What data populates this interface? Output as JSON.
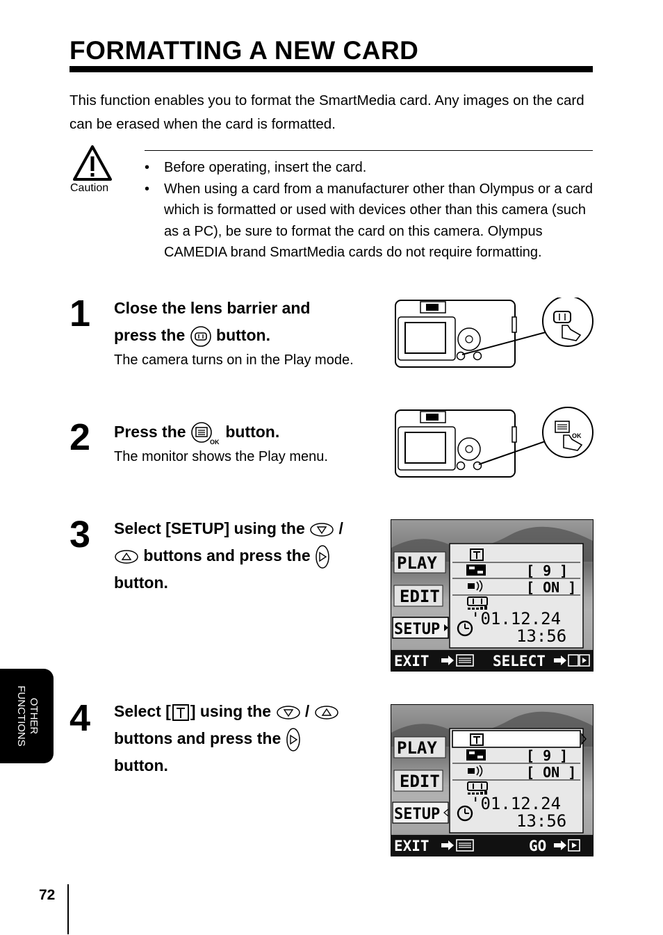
{
  "page": {
    "title": "FORMATTING A NEW CARD",
    "intro": "This function enables you to format the SmartMedia card. Any images on the card can be erased when the card is formatted.",
    "caution": {
      "label": "Caution",
      "bullets": [
        "Before operating, insert the card.",
        "When using a card from a manufacturer other than Olympus or a card which is formatted or used with devices other than this camera (such as a PC), be sure to format the card on this camera. Olympus CAMEDIA brand SmartMedia cards do not require formatting."
      ]
    },
    "steps": [
      {
        "num": "1",
        "line1": "Close the lens barrier and",
        "line2a": "press the",
        "line2b": "button.",
        "body": "The camera turns on in the Play mode."
      },
      {
        "num": "2",
        "line1a": "Press the",
        "line1b": "button.",
        "body": "The monitor shows the Play menu."
      },
      {
        "num": "3",
        "line1a": "Select [SETUP] using the",
        "line1b": "/",
        "line2b": "buttons and press the",
        "line3": "button."
      },
      {
        "num": "4",
        "line1a": "Select [",
        "line1b": "] using the",
        "line1c": "/",
        "line2a": "buttons and press the",
        "line3": "button."
      }
    ],
    "ok_label": "OK",
    "side_tab": {
      "line1": "OTHER",
      "line2": "FUNCTIONS"
    },
    "page_number": "72"
  },
  "screens": {
    "play": "PLAY",
    "edit": "EDIT",
    "setup": "SETUP",
    "row2_value": "[ 9 ]",
    "row3_value": "[ ON ]",
    "date": "'01.12.24",
    "time": "13:56",
    "exit": "EXIT",
    "select": "SELECT",
    "go": "GO"
  }
}
